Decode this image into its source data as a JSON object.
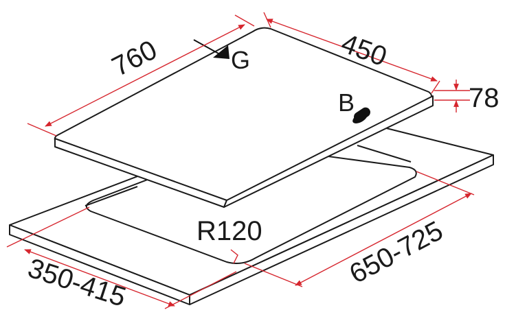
{
  "diagram": {
    "dimensions": {
      "width_top": "450",
      "depth_top": "760",
      "thickness": "78",
      "cutout_radius": "R120",
      "cutout_width": "350-415",
      "cutout_depth": "650-725"
    },
    "labels": {
      "gas_inlet": "G",
      "burner": "B"
    },
    "colors": {
      "dimension_lines": "#d6262e",
      "outlines": "#1a1a1a",
      "background": "#ffffff"
    }
  }
}
